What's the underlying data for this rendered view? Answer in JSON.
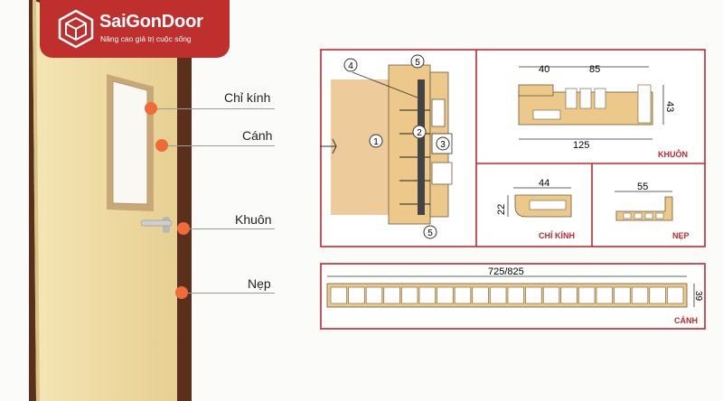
{
  "brand": {
    "name": "SaiGonDoor",
    "slogan": "Nâng cao giá trị cuộc sống",
    "color": "#bf2f2e"
  },
  "door_callouts": [
    {
      "label": "Chỉ kính"
    },
    {
      "label": "Cánh"
    },
    {
      "label": "Khuôn"
    },
    {
      "label": "Nẹp"
    }
  ],
  "section_diagram": {
    "markers": [
      "4",
      "5",
      "1",
      "2",
      "3",
      "5"
    ]
  },
  "khuon_profile": {
    "title": "KHUÔN",
    "dims": [
      "40",
      "85",
      "43",
      "125"
    ]
  },
  "chi_kinh_profile": {
    "title": "CHỈ KÍNH",
    "dims": [
      "44",
      "22"
    ]
  },
  "nep_profile": {
    "title": "NẸP",
    "dims": [
      "55"
    ]
  },
  "canh_profile": {
    "title": "CÁNH",
    "dims": [
      "725/825",
      "39"
    ]
  },
  "colors": {
    "frame_red": "#c0282d",
    "pvc": "#ecc98a",
    "door_leaf": "#efdca3",
    "door_frame": "#5a2f1c",
    "callout_dot": "#ef6b3a"
  }
}
